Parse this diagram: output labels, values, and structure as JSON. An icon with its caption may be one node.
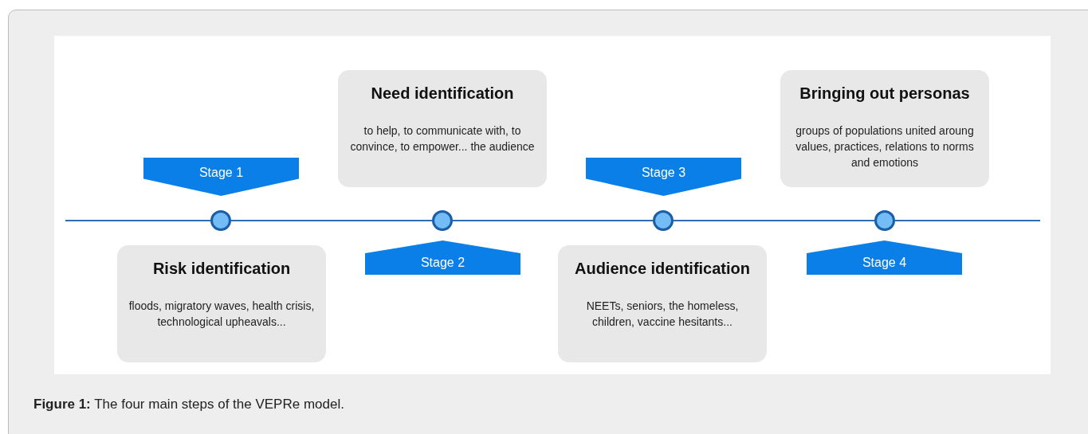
{
  "diagram": {
    "caption": "**Figure 1:** The four main steps of the VEPRe model.",
    "nodes": [
      {
        "text": [
          "Stage 1"
        ]
      },
      {
        "text": [
          "Risk identification",
          "floods, migratory waves, health crisis, technological upheavals..."
        ]
      },
      {
        "text": [
          "Stage 2"
        ]
      },
      {
        "text": [
          "Need identification",
          "to help, to communicate with, to convince, to empower... the audience"
        ]
      },
      {
        "text": [
          "Stage 3"
        ]
      },
      {
        "text": [
          "Audience identification",
          "NEETs, seniors, the homeless, children, vaccine hesitants..."
        ]
      },
      {
        "text": [
          "Stage 4"
        ]
      },
      {
        "text": [
          "Bringing out personas",
          "groups of populations united aroung values, practices, relations to norms and emotions"
        ]
      },
      {
        "text": [],
        "shape": "circle"
      },
      {
        "text": [],
        "shape": "circle"
      },
      {
        "text": [],
        "shape": "circle"
      },
      {
        "text": [],
        "shape": "circle"
      }
    ],
    "edges": [
      {
        "from": null,
        "to": 8,
        "arrow": "none"
      },
      {
        "from": 8,
        "to": 9,
        "arrow": "none"
      },
      {
        "from": 9,
        "to": 10,
        "arrow": "none"
      },
      {
        "from": 10,
        "to": 11,
        "arrow": "none"
      },
      {
        "from": 11,
        "to": null,
        "arrow": "none"
      }
    ]
  }
}
